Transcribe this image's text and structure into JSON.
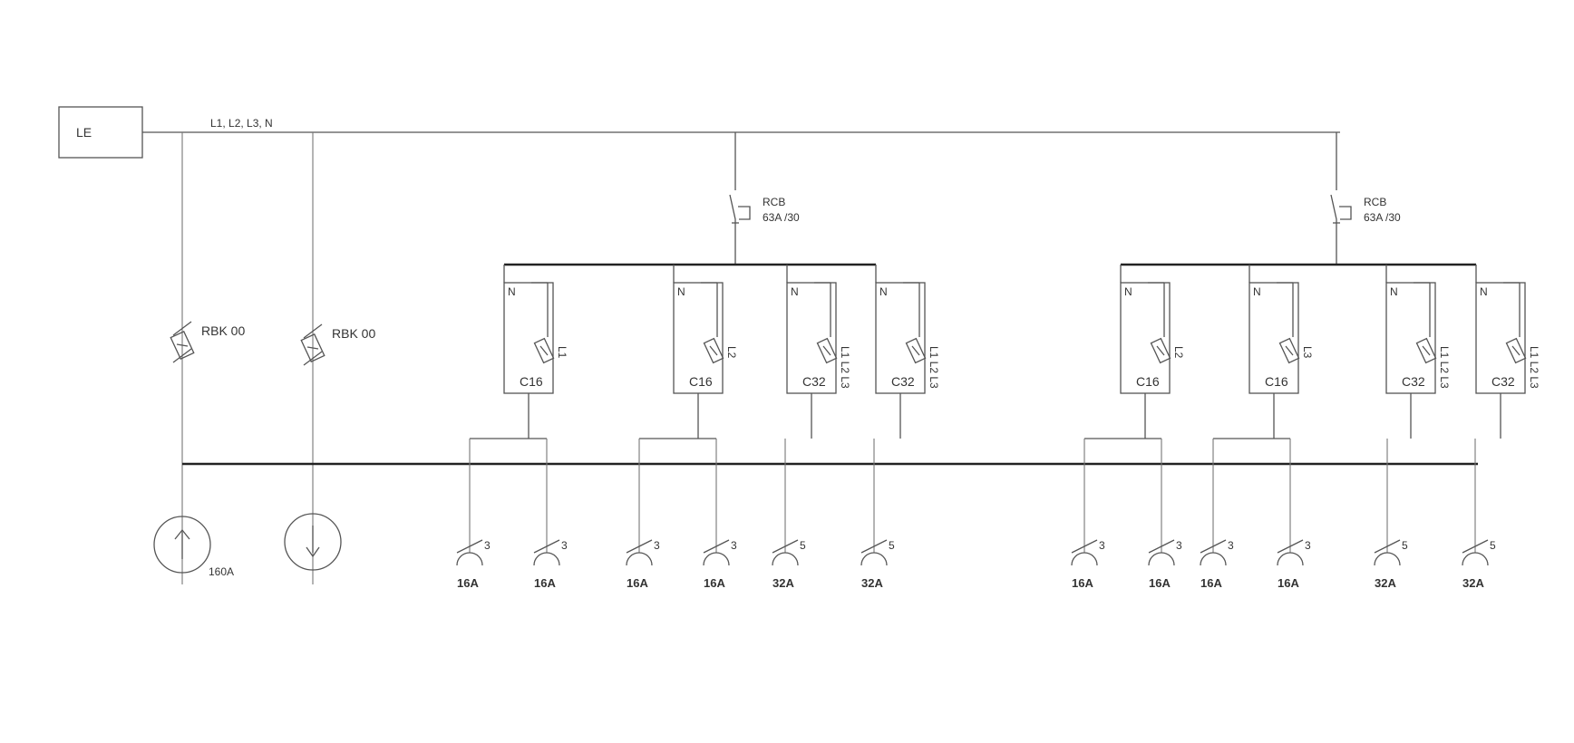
{
  "source_box": {
    "label": "LE"
  },
  "supply_label": "L1, L2, L3, N",
  "surge_protectors": [
    {
      "label": "RBK 00"
    },
    {
      "label": "RBK 00"
    }
  ],
  "meters": [
    {
      "direction": "up",
      "rating": "160A"
    },
    {
      "direction": "down",
      "rating": ""
    }
  ],
  "rcds": [
    {
      "line1": "RCB",
      "line2": "63A /30"
    },
    {
      "line1": "RCB",
      "line2": "63A /30"
    }
  ],
  "breakers": [
    {
      "rating": "C16",
      "phase": "L1",
      "neutral": "N"
    },
    {
      "rating": "C16",
      "phase": "L2",
      "neutral": "N"
    },
    {
      "rating": "C32",
      "phase": "L1 L2 L3",
      "neutral": "N"
    },
    {
      "rating": "C32",
      "phase": "L1 L2 L3",
      "neutral": "N"
    },
    {
      "rating": "C16",
      "phase": "L2",
      "neutral": "N"
    },
    {
      "rating": "C16",
      "phase": "L3",
      "neutral": "N"
    },
    {
      "rating": "C32",
      "phase": "L1 L2 L3",
      "neutral": "N"
    },
    {
      "rating": "C32",
      "phase": "L1 L2 L3",
      "neutral": "N"
    }
  ],
  "outlets": [
    {
      "poles": "3",
      "rating": "16A"
    },
    {
      "poles": "3",
      "rating": "16A"
    },
    {
      "poles": "3",
      "rating": "16A"
    },
    {
      "poles": "3",
      "rating": "16A"
    },
    {
      "poles": "5",
      "rating": "32A"
    },
    {
      "poles": "5",
      "rating": "32A"
    },
    {
      "poles": "3",
      "rating": "16A"
    },
    {
      "poles": "3",
      "rating": "16A"
    },
    {
      "poles": "3",
      "rating": "16A"
    },
    {
      "poles": "3",
      "rating": "16A"
    },
    {
      "poles": "5",
      "rating": "32A"
    },
    {
      "poles": "5",
      "rating": "32A"
    }
  ],
  "colors": {
    "line": "#555555",
    "bus": "#222222",
    "text": "#333333",
    "background": "#ffffff"
  }
}
